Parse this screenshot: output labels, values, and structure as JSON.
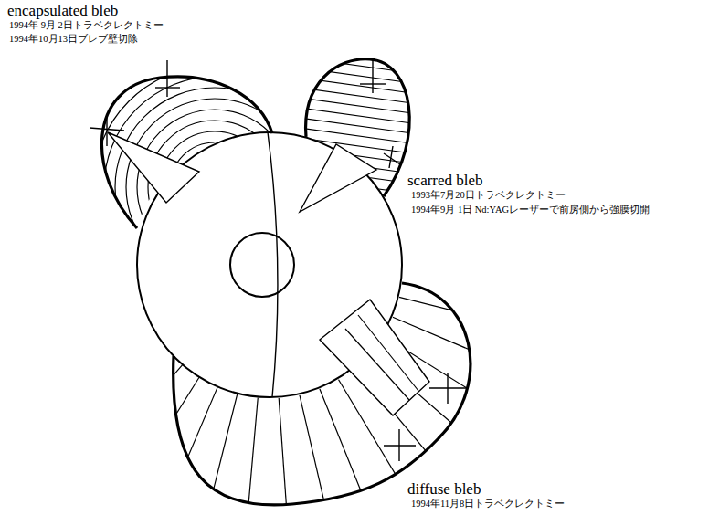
{
  "diagram": {
    "labels": [
      "encapsulated bleb",
      "1994年 9月 2日トラベクレクトミー",
      "1994年10月13日ブレブ壁切除",
      "scarred bleb",
      "1993年7月20日トラベクレクトミー",
      "1994年9月 1日 Nd:YAGレーザーで前房側から強膜切開",
      "diffuse bleb",
      "1994年11月8日トラベクレクトミー"
    ]
  }
}
